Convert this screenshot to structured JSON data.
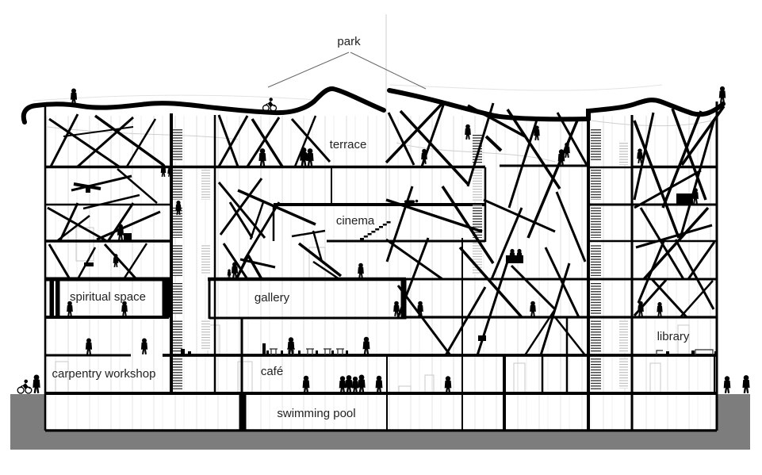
{
  "drawing": {
    "type": "architectural building section",
    "labels": {
      "park": "park",
      "terrace": "terrace",
      "cinema": "cinema",
      "spiritual_space": "spiritual space",
      "gallery": "gallery",
      "library": "library",
      "carpentry_workshop": "carpentry workshop",
      "cafe": "café",
      "swimming_pool": "swimming pool"
    },
    "colors": {
      "ink": "#000000",
      "ground": "#7d7d7d",
      "detail": "#d8d8d8",
      "label": "#222222"
    }
  }
}
